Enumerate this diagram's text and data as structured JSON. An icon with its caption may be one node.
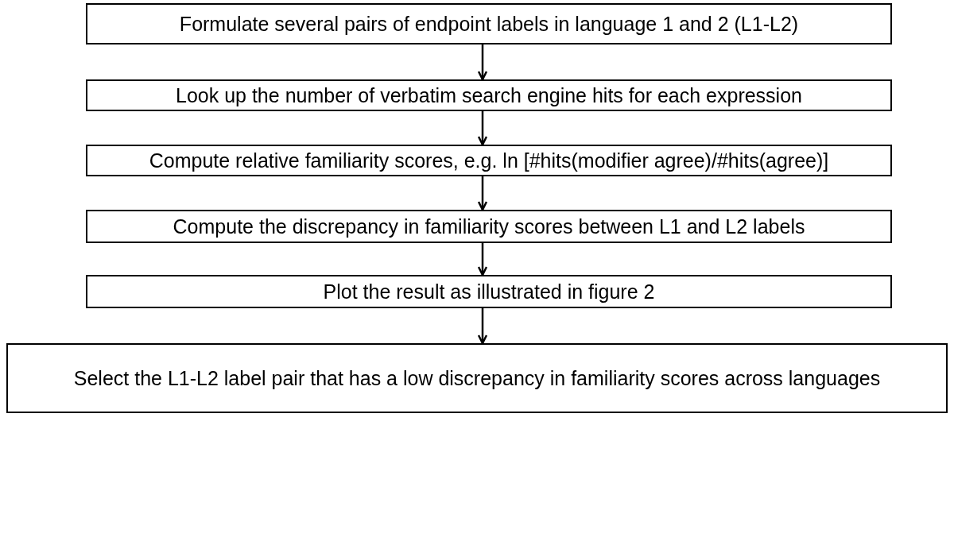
{
  "diagram": {
    "nodes": [
      {
        "text": [
          "Formulate several pairs of endpoint labels in language 1 and 2 (L1-L2)"
        ]
      },
      {
        "text": [
          "Look up the number of verbatim search engine hits for each expression"
        ]
      },
      {
        "text": [
          "Compute relative familiarity scores, e.g. ln [#hits(modifier agree)/#hits(agree)]"
        ]
      },
      {
        "text": [
          "Compute the discrepancy in familiarity scores between L1 and L2 labels"
        ]
      },
      {
        "text": [
          "Plot the result as illustrated in figure 2"
        ]
      },
      {
        "text": [
          "Select the L1-L2 label pair that has a low discrepancy in familiarity scores across languages"
        ]
      }
    ],
    "edges": [
      {
        "from": 0,
        "to": 1,
        "arrow": "to"
      },
      {
        "from": 1,
        "to": 2,
        "arrow": "to"
      },
      {
        "from": 2,
        "to": 3,
        "arrow": "to"
      },
      {
        "from": 3,
        "to": 4,
        "arrow": "to"
      },
      {
        "from": 4,
        "to": 5,
        "arrow": "to"
      }
    ]
  }
}
